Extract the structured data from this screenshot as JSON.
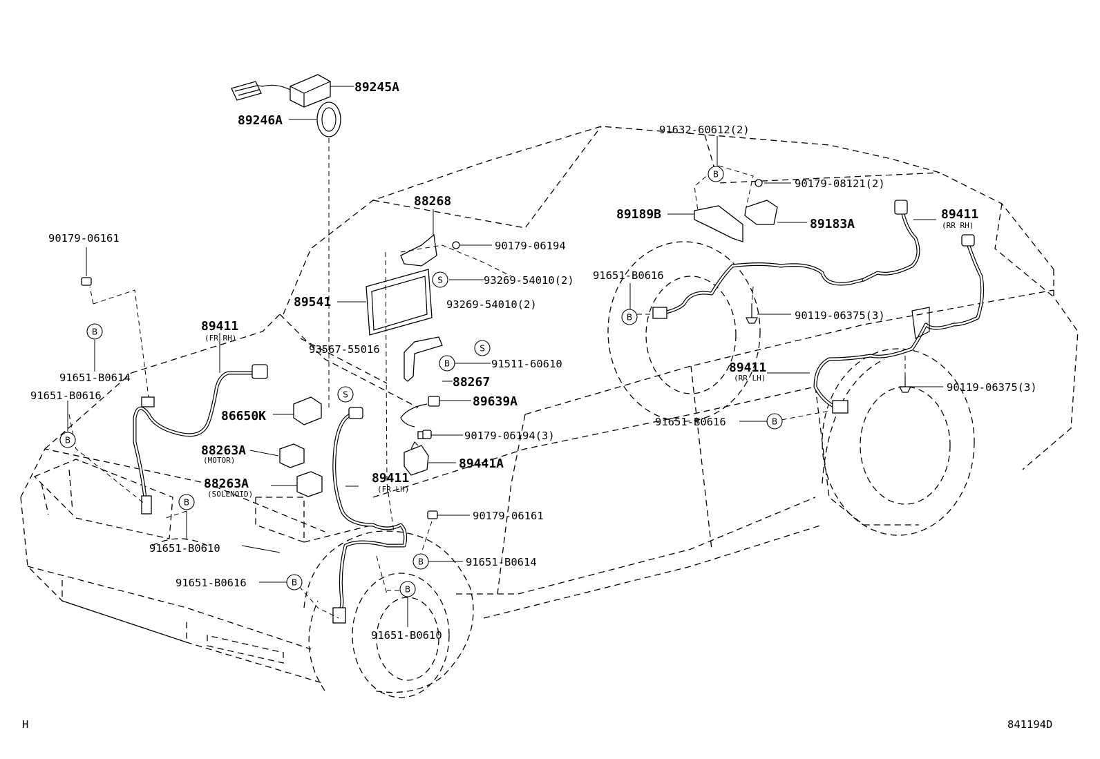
{
  "labels": {
    "p89245A": "89245A",
    "p89246A": "89246A",
    "p88268": "88268",
    "p90179_06194_a": "90179-06194",
    "p93269_54010_2a": "93269-54010(2)",
    "p93269_54010_2b": "93269-54010(2)",
    "p89541": "89541",
    "p93567_55016": "93567-55016",
    "p91511_60610": "91511-60610",
    "p88267": "88267",
    "p89639A": "89639A",
    "p90179_06194_3": "90179-06194(3)",
    "p89441A": "89441A",
    "p90179_06161_a": "90179-06161",
    "p90179_06161_b": "90179-06161",
    "p91651_B0614_a": "91651-B0614",
    "p91651_B0614_b": "91651-B0614",
    "p91651_B0616_a": "91651-B0616",
    "p91651_B0616_b": "91651-B0616",
    "p91651_B0616_c": "91651-B0616",
    "p91651_B0616_d": "91651-B0616",
    "p91651_B0610_a": "91651-B0610",
    "p91651_B0610_b": "91651-B0610",
    "p89411_frrh": "89411",
    "p89411_frlh": "89411",
    "p89411_rrrh": "89411",
    "p89411_rrlh": "89411",
    "p86650K": "86650K",
    "p88263A_motor": "88263A",
    "p88263A_sol": "88263A",
    "p91632_60612": "91632-60612(2)",
    "p90179_08121": "90179-08121(2)",
    "p89189B": "89189B",
    "p89183A": "89183A",
    "p90119_06375_a": "90119-06375(3)",
    "p90119_06375_b": "90119-06375(3)"
  },
  "sublabels": {
    "fr_rh": "(FR RH)",
    "fr_lh": "(FR LH)",
    "rr_rh": "(RR RH)",
    "rr_lh": "(RR LH)",
    "motor": "(MOTOR)",
    "solenoid": "(SOLENOID)"
  },
  "tags": {
    "b": "B",
    "s": "S"
  },
  "corner": {
    "left": "H",
    "right": "841194D"
  }
}
